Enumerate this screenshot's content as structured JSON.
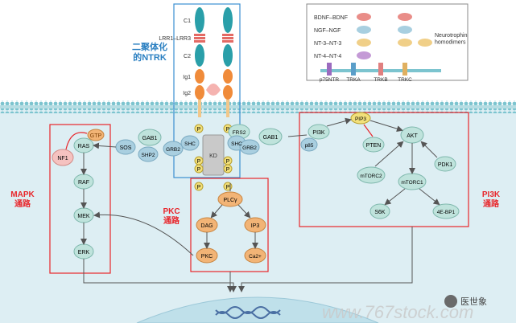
{
  "dimer_title": "二聚体化\n的NTRK",
  "receptor_domains": {
    "c1": "C1",
    "lrr": "LRR1–LRR3",
    "c2": "C2",
    "ig1": "Ig1",
    "ig2": "Ig2",
    "kd": "KD"
  },
  "legend": {
    "rows": [
      "BDNF–BDNF",
      "NGF–NGF",
      "NT-3–NT-3",
      "NT-4–NT-4"
    ],
    "homodimer_label": "Neurotrophin\nhomodimers",
    "receptors": [
      "p75NTR",
      "TRKA",
      "TRKB",
      "TRKC"
    ]
  },
  "adaptors": {
    "gab1_left": "GAB1",
    "gab1_right": "GAB1",
    "sos": "SOS",
    "shp2": "SHP2",
    "grb2_left": "GRB2",
    "grb2_right": "GRB2",
    "shc_left": "SHC",
    "shc_right": "SHC",
    "frs2": "FRS2",
    "p": "P"
  },
  "mapk": {
    "label": "MAPK\n通路",
    "gtp": "GTP",
    "ras": "RAS",
    "nf1": "NF1",
    "raf": "RAF",
    "mek": "MEK",
    "erk": "ERK"
  },
  "pkc": {
    "label": "PKC\n通路",
    "plcg": "PLCγ",
    "dag": "DAG",
    "ip3": "IP3",
    "pkc": "PKC",
    "ca": "Ca2+"
  },
  "pi3k": {
    "label": "PI3K\n通路",
    "pi3k": "PI3K",
    "p85": "p85",
    "pip3": "PIP3",
    "pten": "PTEN",
    "akt": "AKT",
    "pdk1": "PDK1",
    "mtorc2": "mTORC2",
    "mtorc1": "mTORC1",
    "s6k": "S6K",
    "ebp1": "4E-BP1"
  },
  "watermark": "www.767stock.com",
  "brand": "医世象",
  "colors": {
    "membrane": "#a9d5dd",
    "cytoplasm": "#ddeef3",
    "red_box": "#e8262b",
    "blue_box": "#3b8fd1",
    "teal": "#bfe3dc",
    "orange": "#f2b476",
    "receptor_teal": "#2a9fa9",
    "receptor_red": "#e36a64"
  }
}
